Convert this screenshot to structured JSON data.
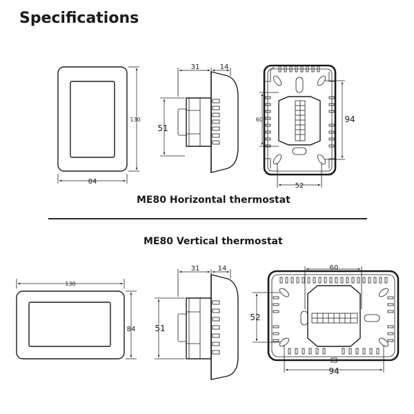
{
  "title": "Specifications",
  "horizontal": {
    "caption": "ME80 Horizontal thermostat",
    "front": {
      "width": "84",
      "height": "130"
    },
    "side": {
      "depth_base": "31",
      "depth_cover": "14",
      "height": "51"
    },
    "back": {
      "inner_height": "60",
      "outer_height": "94",
      "width": "52"
    }
  },
  "vertical": {
    "caption": "ME80 Vertical thermostat",
    "front": {
      "width": "130",
      "height": "84"
    },
    "side": {
      "depth_base": "31",
      "depth_cover": "14",
      "height": "51"
    },
    "back": {
      "top_width": "60",
      "height": "52",
      "bottom_width": "94"
    }
  }
}
